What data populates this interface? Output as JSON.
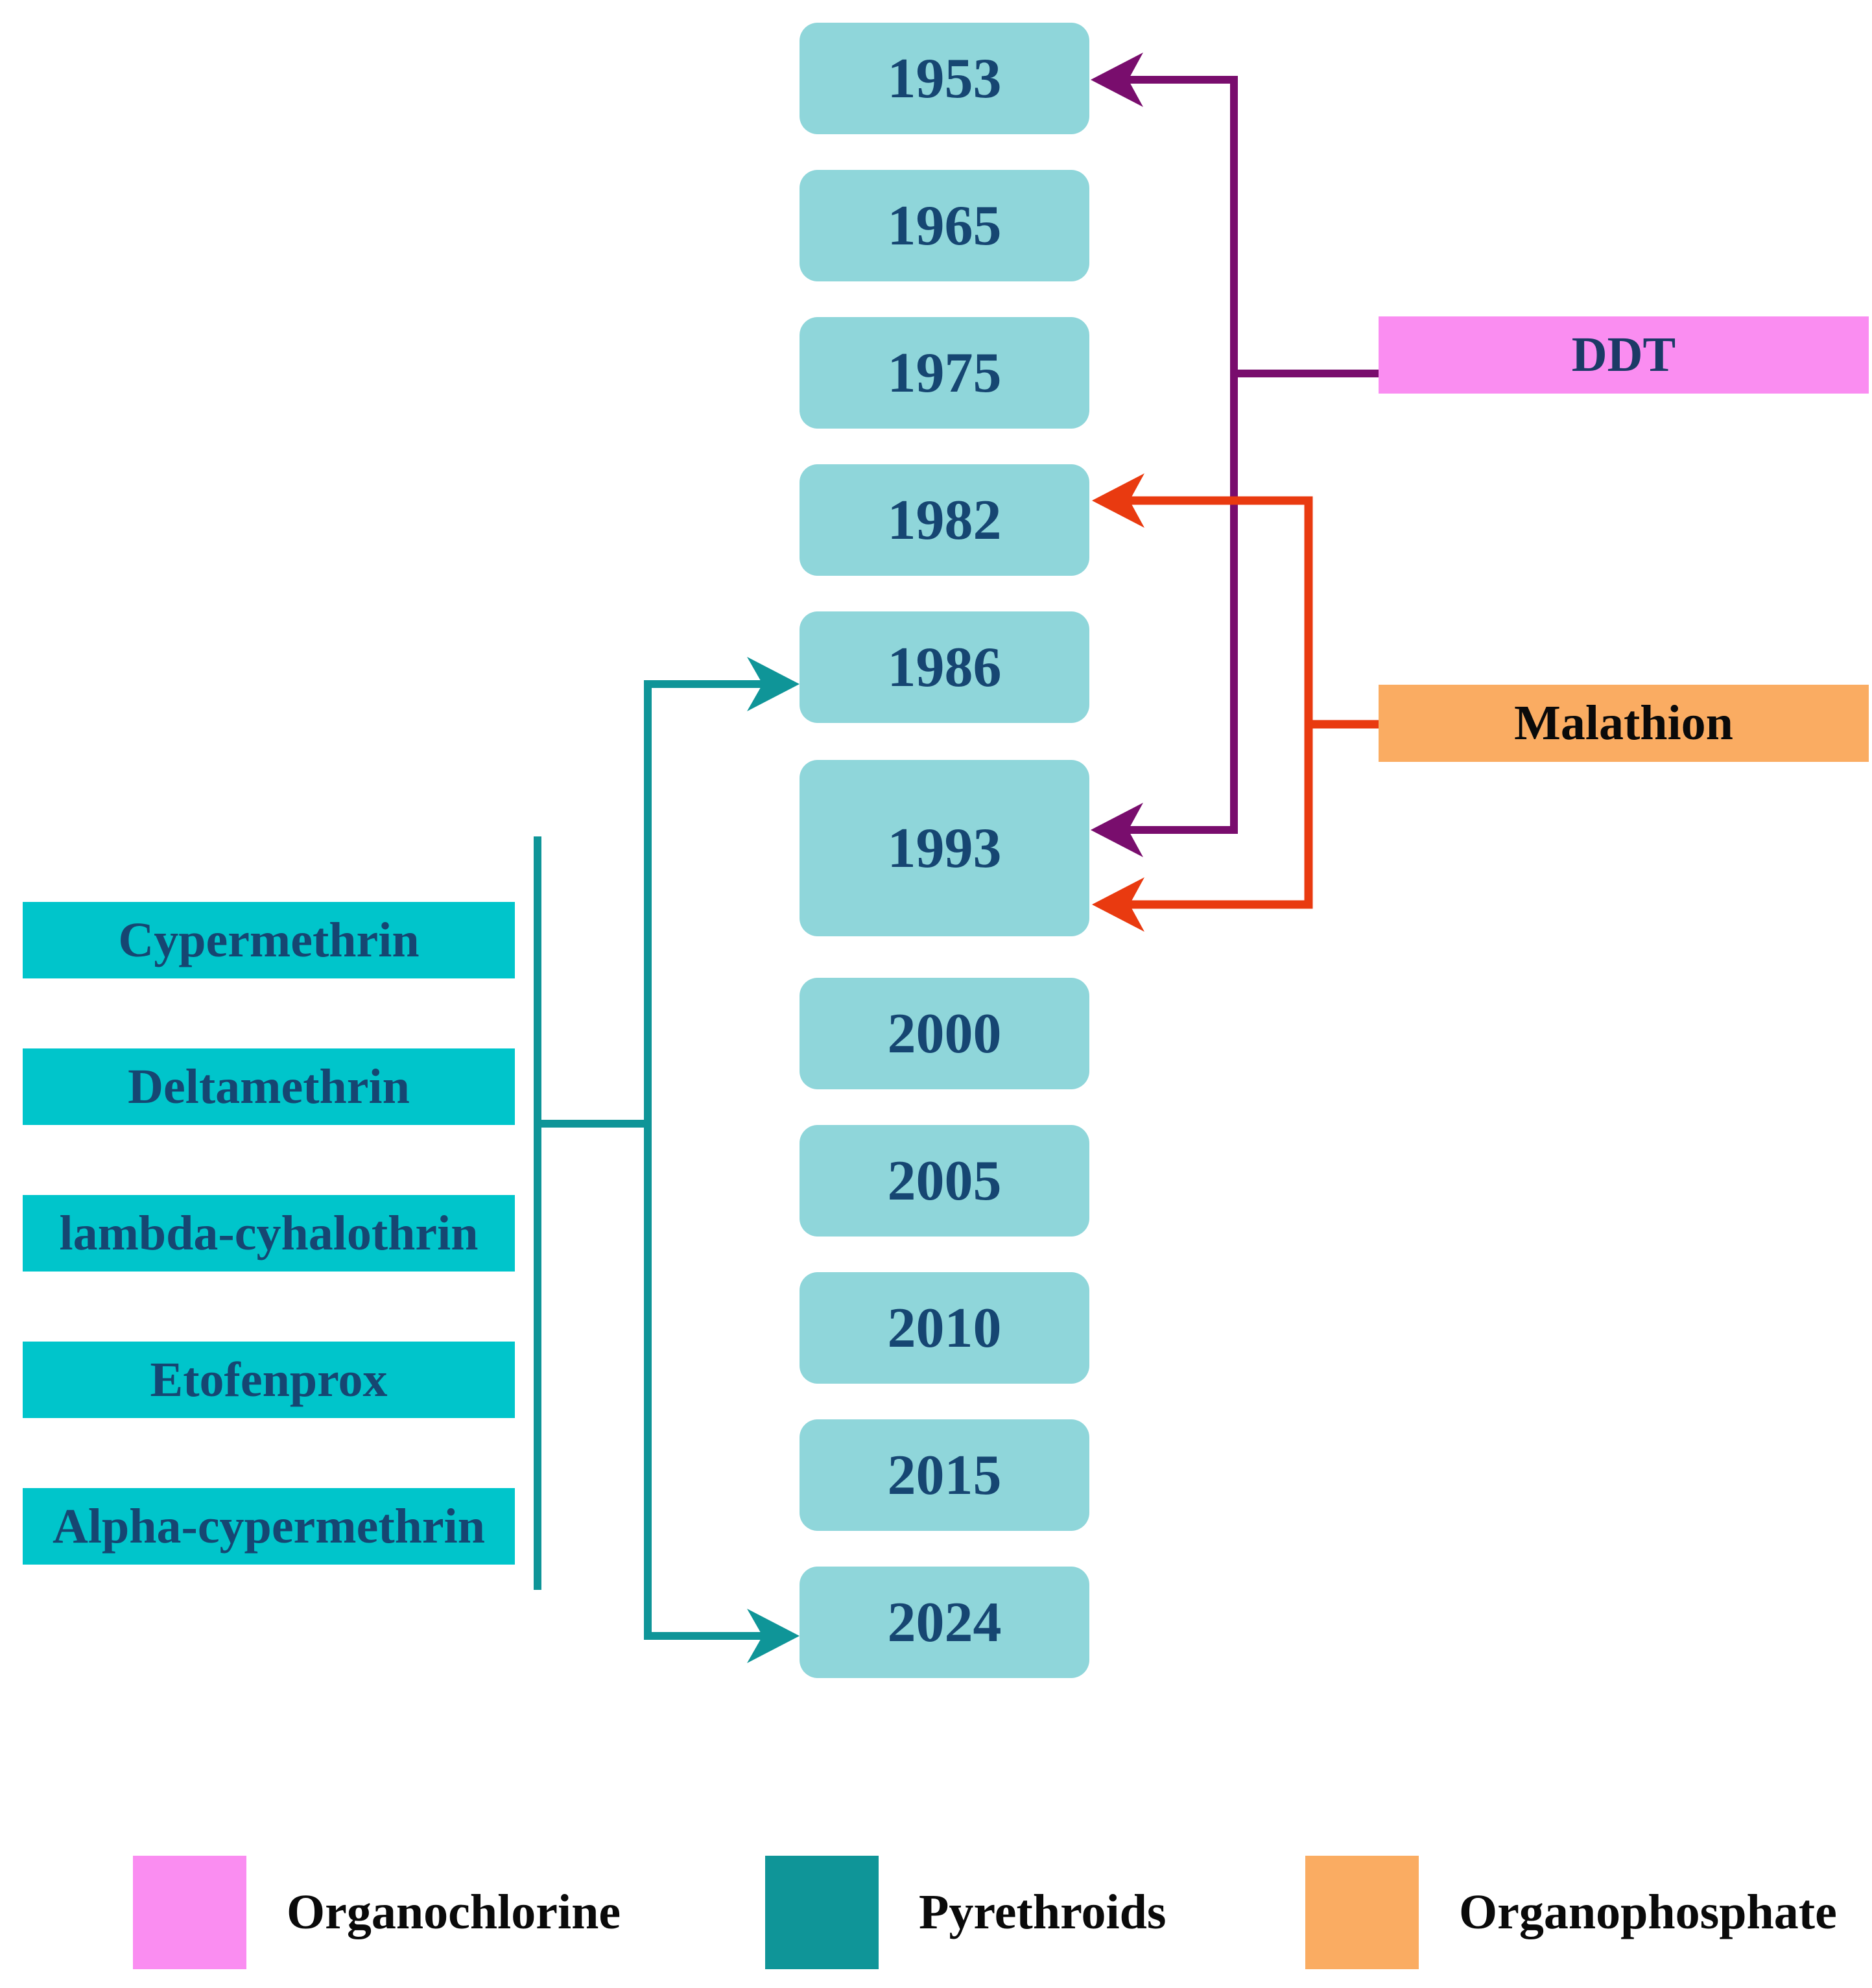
{
  "diagram": {
    "type": "timeline-flow",
    "description": "Timeline of years with insecticide classes pointing to introduction years"
  },
  "timeline": {
    "years": [
      {
        "label": "1953"
      },
      {
        "label": "1965"
      },
      {
        "label": "1975"
      },
      {
        "label": "1982"
      },
      {
        "label": "1986"
      },
      {
        "label": "1993"
      },
      {
        "label": "2000"
      },
      {
        "label": "2005"
      },
      {
        "label": "2010"
      },
      {
        "label": "2015"
      },
      {
        "label": "2024"
      }
    ]
  },
  "pyrethroids": {
    "items": [
      {
        "label": "Cypermethrin"
      },
      {
        "label": "Deltamethrin"
      },
      {
        "label": "lambda-cyhalothrin"
      },
      {
        "label": "Etofenprox"
      },
      {
        "label": "Alpha-cypermethrin"
      }
    ]
  },
  "insecticides": {
    "ddt": {
      "label": "DDT",
      "class_name": "Organochlorine"
    },
    "malathion": {
      "label": "Malathion",
      "class_name": "Organophosphate"
    }
  },
  "connections": [
    {
      "from": "DDT",
      "to": "1953",
      "color": "#790D6D"
    },
    {
      "from": "DDT",
      "to": "1993",
      "color": "#790D6D"
    },
    {
      "from": "Malathion",
      "to": "1982",
      "color": "#E93A10"
    },
    {
      "from": "Malathion",
      "to": "1993",
      "color": "#E93A10"
    },
    {
      "from": "Pyrethroids group",
      "to": "1986",
      "color": "#0F9598"
    },
    {
      "from": "Pyrethroids group",
      "to": "2024",
      "color": "#0F9598"
    }
  ],
  "legend": {
    "items": [
      {
        "label": "Organochlorine",
        "color": "#FA8DF1"
      },
      {
        "label": "Pyrethroids",
        "color": "#0F9598"
      },
      {
        "label": "Organophosphate",
        "color": "#FAAC62"
      }
    ]
  },
  "colors": {
    "year_box_fill": "#8FD6DA",
    "year_text": "#164672",
    "pyrethroid_box_fill": "#00C5CB",
    "teal_line": "#0F9598",
    "purple_line": "#790D6D",
    "red_line": "#E93A10",
    "ddt_fill": "#FA8DF1",
    "malathion_fill": "#FAAC62",
    "background": "#ffffff"
  }
}
